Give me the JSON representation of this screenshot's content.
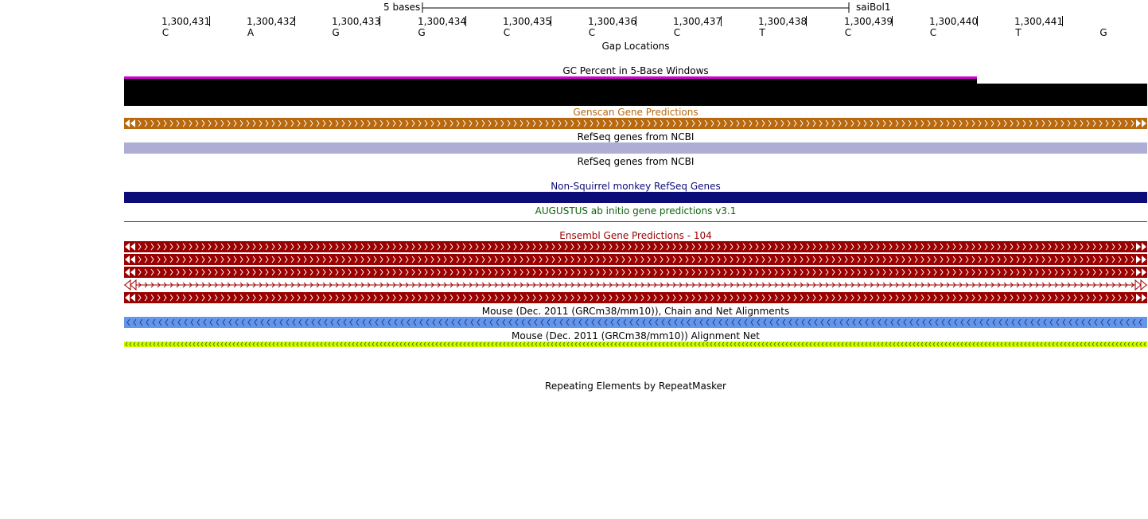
{
  "ruler": {
    "scale_label": "5 bases",
    "assembly_label": "saiBol1",
    "positions": [
      "1,300,431",
      "1,300,432",
      "1,300,433",
      "1,300,434",
      "1,300,435",
      "1,300,436",
      "1,300,437",
      "1,300,438",
      "1,300,439",
      "1,300,440",
      "1,300,441"
    ],
    "bases": [
      "C",
      "A",
      "G",
      "G",
      "C",
      "C",
      "C",
      "T",
      "C",
      "C",
      "T",
      "G"
    ]
  },
  "tracks": {
    "gap": {
      "label": "Gap Locations"
    },
    "gc_percent": {
      "label": "GC Percent in 5-Base Windows",
      "color": "#000000",
      "line_color": "#d400d4"
    },
    "genscan": {
      "label": "Genscan Gene Predictions",
      "color": "#b8680e",
      "strand": "+"
    },
    "refseq_ncbi_1": {
      "label": "RefSeq genes from NCBI",
      "color": "#adadd6"
    },
    "refseq_ncbi_2": {
      "label": "RefSeq genes from NCBI"
    },
    "non_squirrel_refseq": {
      "label": "Non-Squirrel monkey RefSeq Genes",
      "color": "#0c0c78"
    },
    "augustus": {
      "label": "AUGUSTUS ab initio gene predictions v3.1",
      "color": "#0c640c"
    },
    "ensembl": {
      "label": "Ensembl Gene Predictions - 104",
      "color": "#9b0000",
      "rows": 5
    },
    "mouse_chain": {
      "label": "Mouse (Dec. 2011 (GRCm38/mm10)), Chain and Net Alignments",
      "color": "#6495ed",
      "strand": "-"
    },
    "mouse_net": {
      "label": "Mouse (Dec. 2011 (GRCm38/mm10)) Alignment Net",
      "color": "#ccff00",
      "strand": "-"
    },
    "repeatmasker": {
      "label": "Repeating Elements by RepeatMasker"
    }
  }
}
